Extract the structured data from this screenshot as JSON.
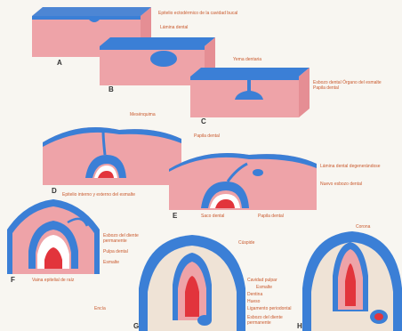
{
  "figure_letters": [
    "A",
    "B",
    "C",
    "D",
    "E",
    "F",
    "G",
    "H"
  ],
  "labels": {
    "a_top": "Epitelio ectodérmico de la cavidad bucal",
    "a_sub": "Lámina dental",
    "b_bud": "Yema dentaria",
    "c_side": "Esbozo dental Órgano del esmalte Papila dental",
    "c_bottom": "Mesénquima",
    "mid_center": "Papila dental",
    "d_caption": "Epitelio interno y externo del esmalte",
    "e_right1": "Lámina dental degenerándose",
    "e_right2": "Nuevo esbozo dental",
    "e_caption1": "Saco dental",
    "e_caption2": "Papila dental",
    "f_right": "Esbozo del diente permanente",
    "f_pulp": "Pulpa dental",
    "f_enamel": "Esmalte",
    "f_bottom": "Vaina epitelial de raíz",
    "g_top": "Cúspide",
    "g_mid": "Cavidad pulpar",
    "g_right": "Esmalte",
    "g_dentin": "Dentina",
    "g_bone": "Hueso",
    "g_lig": "Ligamento periodontal",
    "g_perm": "Esbozo del diente permanente",
    "g_left": "Encía",
    "h_top": "Corona"
  },
  "colors": {
    "epithelium": "#3b7fd6",
    "mesenchyme": "#eea3a8",
    "papilla": "#e2343c",
    "bone": "#efe3d6",
    "label": "#c95a2e"
  }
}
